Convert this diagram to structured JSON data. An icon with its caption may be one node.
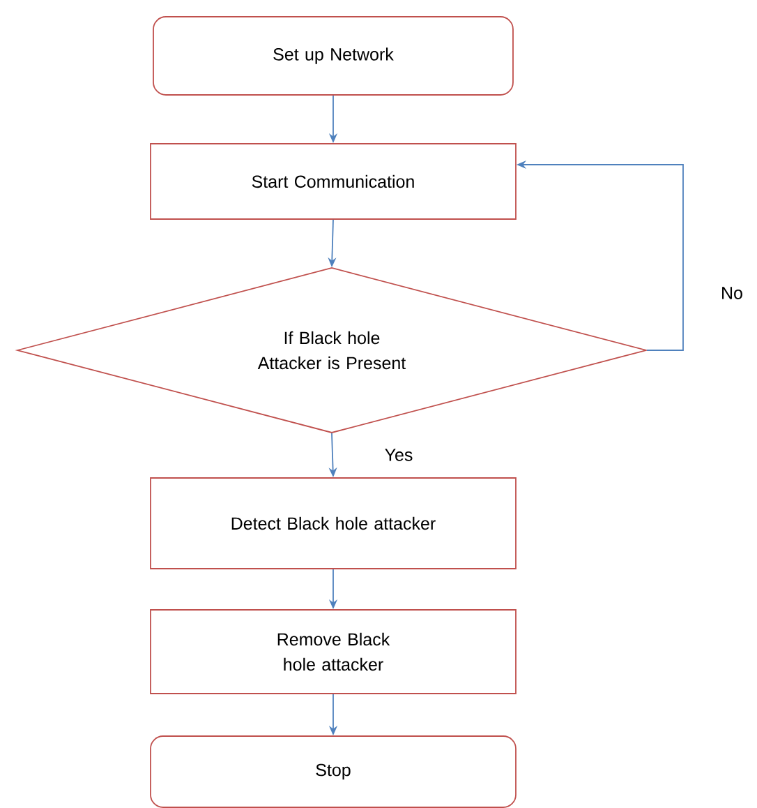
{
  "diagram": {
    "nodes": [
      {
        "text": [
          "Set up Network"
        ]
      },
      {
        "text": [
          "Start Communication"
        ]
      },
      {
        "text": [
          "If Black hole Attacker is Present"
        ]
      },
      {
        "text": [
          "Detect Black hole attacker"
        ]
      },
      {
        "text": [
          "Remove Black hole attacker"
        ]
      },
      {
        "text": [
          "Stop"
        ]
      }
    ],
    "edges": [
      {
        "from": 0,
        "to": 1,
        "arrow": "to"
      },
      {
        "from": 1,
        "to": 2,
        "arrow": "to"
      },
      {
        "from": 2,
        "to": 3,
        "arrow": "to",
        "label": "Yes"
      },
      {
        "from": 3,
        "to": 4,
        "arrow": "to"
      },
      {
        "from": 4,
        "to": 5,
        "arrow": "to"
      },
      {
        "from": 2,
        "to": 1,
        "arrow": "to",
        "label": "No"
      }
    ]
  }
}
